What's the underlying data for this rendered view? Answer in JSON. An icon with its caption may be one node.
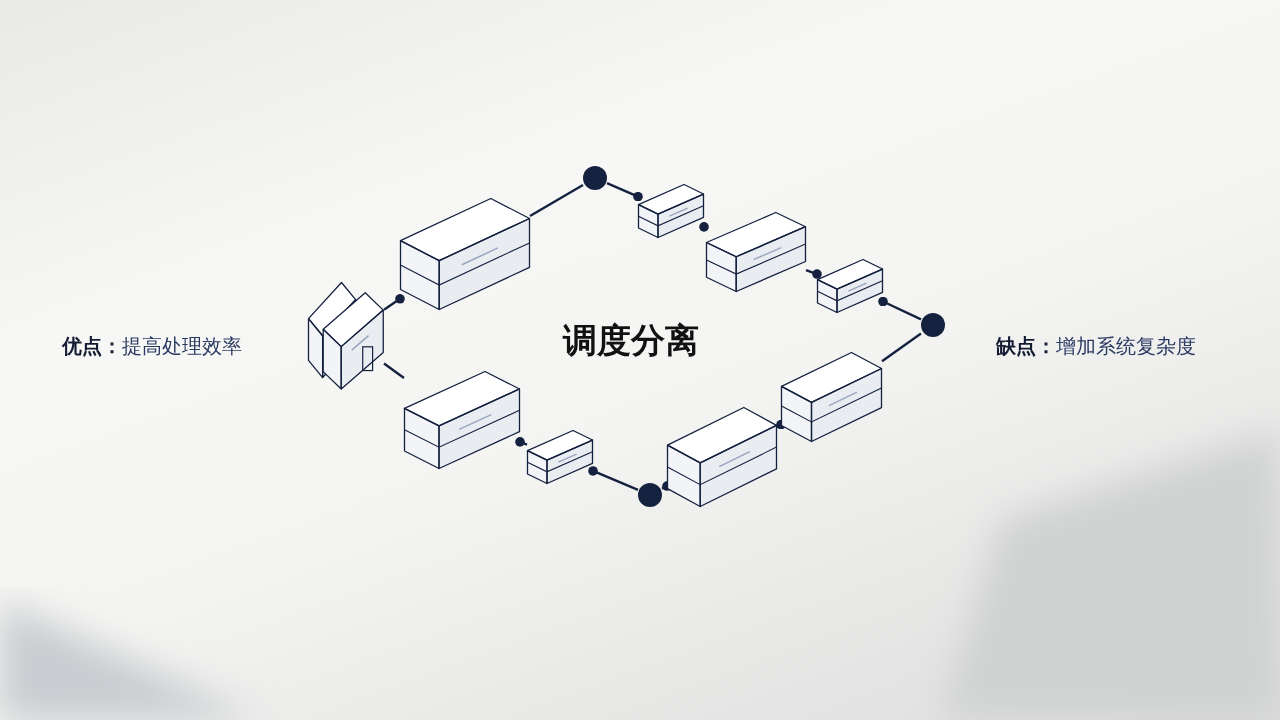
{
  "diagram": {
    "title": "调度分离",
    "nodes": [
      {
        "text": [],
        "shape": "picture"
      },
      {
        "text": [],
        "shape": "box"
      },
      {
        "text": [],
        "shape": "circle"
      },
      {
        "text": [],
        "shape": "box"
      },
      {
        "text": [],
        "shape": "box"
      },
      {
        "text": [],
        "shape": "box"
      },
      {
        "text": [],
        "shape": "circle"
      },
      {
        "text": [],
        "shape": "box"
      },
      {
        "text": [],
        "shape": "box"
      },
      {
        "text": [],
        "shape": "circle"
      },
      {
        "text": [],
        "shape": "box"
      },
      {
        "text": [],
        "shape": "box"
      }
    ],
    "edges": [
      {
        "from": 0,
        "to": 1,
        "arrow": "other"
      },
      {
        "from": 1,
        "to": 2,
        "arrow": "none"
      },
      {
        "from": 2,
        "to": 3,
        "arrow": "other"
      },
      {
        "from": 4,
        "to": 3,
        "arrow": "other"
      },
      {
        "from": 4,
        "to": 5,
        "arrow": "other"
      },
      {
        "from": 6,
        "to": 5,
        "arrow": "other"
      },
      {
        "from": 6,
        "to": 7,
        "arrow": "none"
      },
      {
        "from": 8,
        "to": 7,
        "arrow": "other"
      },
      {
        "from": 9,
        "to": 8,
        "arrow": "other"
      },
      {
        "from": 9,
        "to": 10,
        "arrow": "other"
      },
      {
        "from": 10,
        "to": 11,
        "arrow": "other"
      },
      {
        "from": 11,
        "to": 0,
        "arrow": "none"
      }
    ],
    "labels": [
      "**优点：**提高处理效率",
      "**缺点：**增加系统复杂度"
    ]
  }
}
